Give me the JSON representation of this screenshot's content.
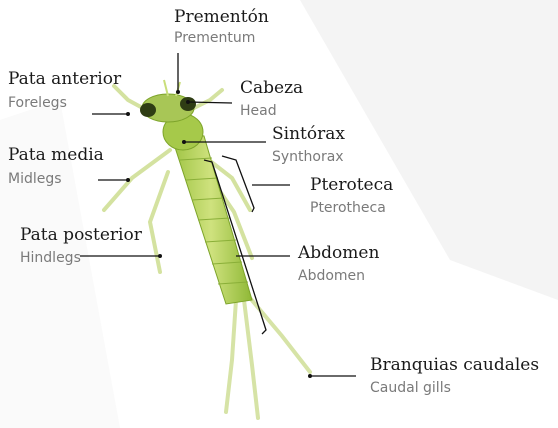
{
  "colors": {
    "body_light": "#c9de7a",
    "body_mid": "#a6c94a",
    "body_dark": "#7da42a",
    "head_dark": "#2f3d14",
    "leg": "#d9e6a6",
    "leader_line": "#111111",
    "label_spanish": "#1a1a1a",
    "label_english": "#7a7a7a",
    "background": "#ffffff",
    "background_panel": "#f2f2f2"
  },
  "labels": {
    "prementum": {
      "es": "Prementón",
      "en": "Prementum"
    },
    "forelegs": {
      "es": "Pata anterior",
      "en": "Forelegs"
    },
    "head": {
      "es": "Cabeza",
      "en": "Head"
    },
    "synthorax": {
      "es": "Sintórax",
      "en": "Synthorax"
    },
    "midlegs": {
      "es": "Pata media",
      "en": "Midlegs"
    },
    "pterotheca": {
      "es": "Pteroteca",
      "en": "Pterotheca"
    },
    "hindlegs": {
      "es": "Pata posterior",
      "en": "Hindlegs"
    },
    "abdomen": {
      "es": "Abdomen",
      "en": "Abdomen"
    },
    "caudal_gills": {
      "es": "Branquias caudales",
      "en": "Caudal gills"
    }
  }
}
